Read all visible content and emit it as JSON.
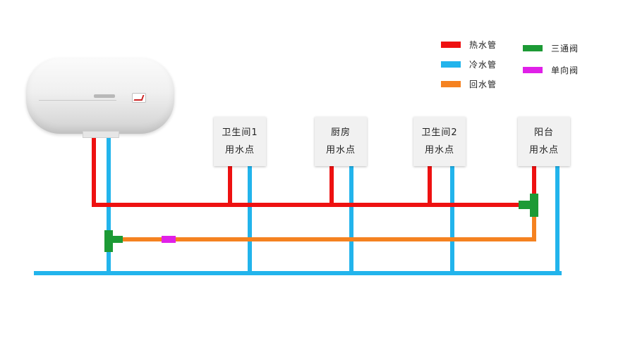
{
  "legend": {
    "hot_pipe": {
      "label": "热水管",
      "color": "#ee1111"
    },
    "cold_pipe": {
      "label": "冷水管",
      "color": "#22b4ec"
    },
    "return_pipe": {
      "label": "回水管",
      "color": "#f58220"
    },
    "tee_valve": {
      "label": "三通阀",
      "color": "#1c9a35"
    },
    "check_valve": {
      "label": "单向阀",
      "color": "#e020e8"
    }
  },
  "fixtures": [
    {
      "line1": "卫生间1",
      "line2": "用水点"
    },
    {
      "line1": "厨房",
      "line2": "用水点"
    },
    {
      "line1": "卫生间2",
      "line2": "用水点"
    },
    {
      "line1": "阳台",
      "line2": "用水点"
    }
  ]
}
